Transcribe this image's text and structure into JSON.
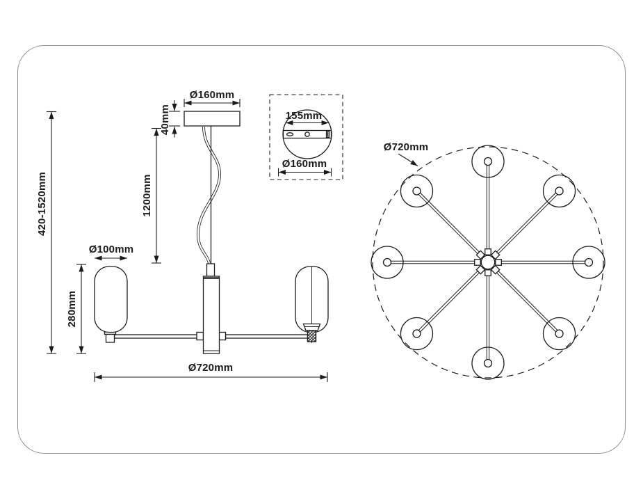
{
  "drawing": {
    "title": "ceiling-chandelier-dimension-drawing",
    "side_view": {
      "total_height": "420-1520mm",
      "suspension_length": "1200mm",
      "canopy_height": "40mm",
      "canopy_diameter": "Ø160mm",
      "shade_diameter": "Ø100mm",
      "shade_height": "280mm",
      "fixture_diameter": "Ø720mm"
    },
    "canopy_detail": {
      "mount_hole_spacing": "155mm",
      "plate_diameter": "Ø160mm"
    },
    "top_view": {
      "fixture_diameter": "Ø720mm",
      "arm_count": 8
    },
    "colors": {
      "line": "#1c1c1c",
      "frame_border": "#8d8d8d",
      "background": "#ffffff"
    }
  }
}
